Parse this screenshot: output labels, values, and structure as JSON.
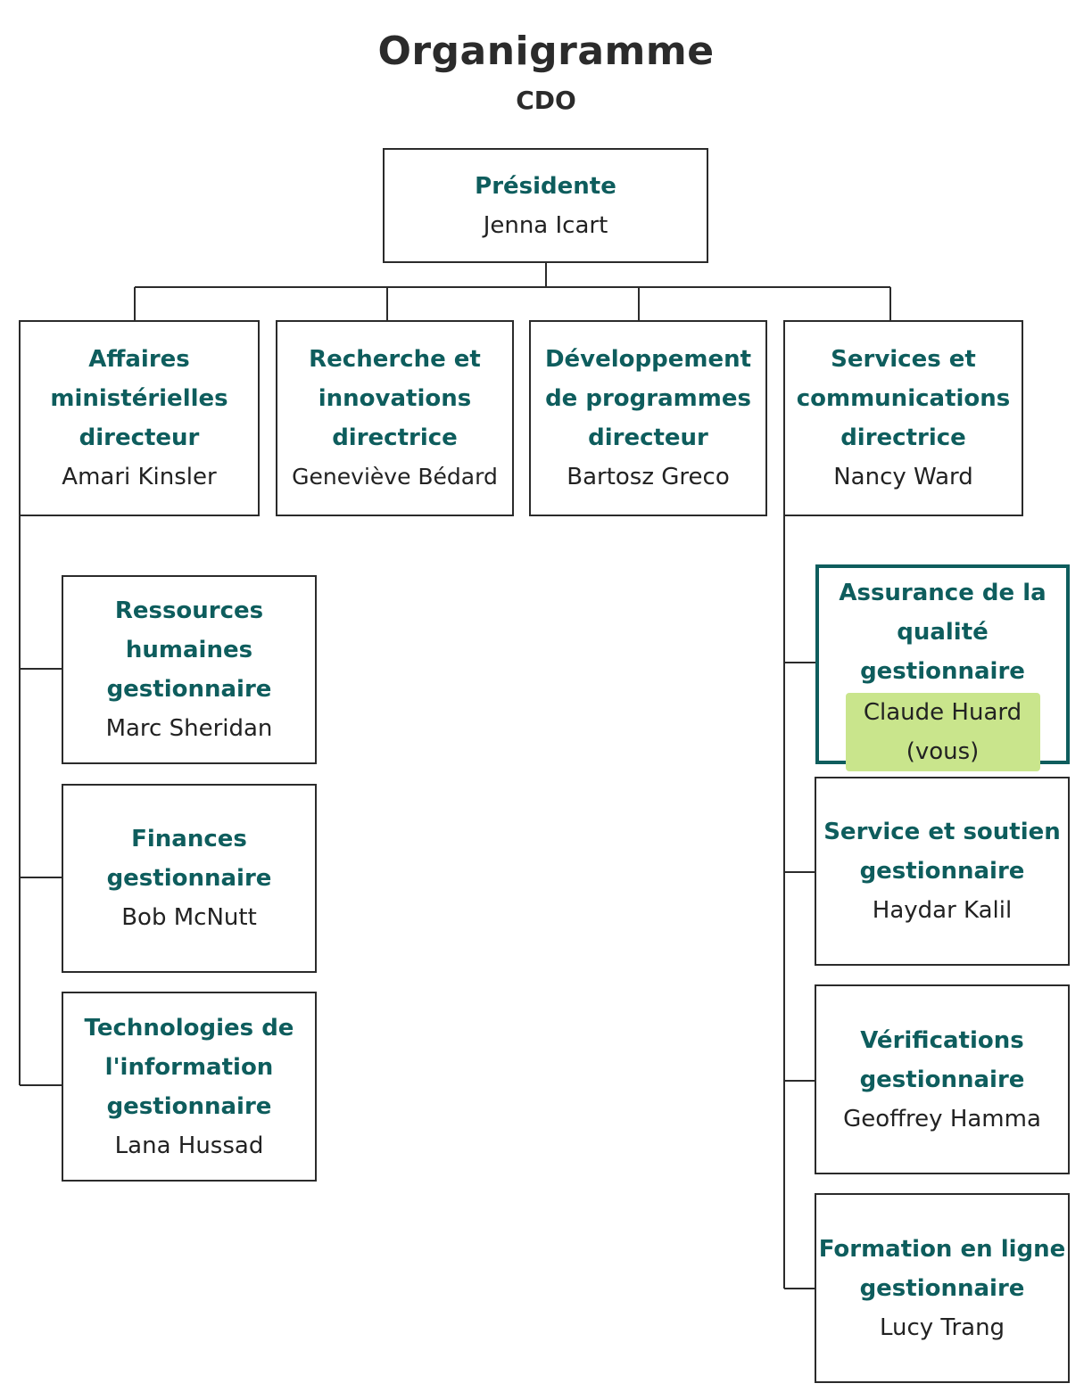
{
  "header": {
    "title": "Organigramme",
    "subtitle": "CDO"
  },
  "nodes": {
    "president": {
      "role": "Présidente",
      "name": "Jenna Icart"
    },
    "affaires": {
      "role": "Affaires\nministérielles\ndirecteur",
      "name": "Amari Kinsler"
    },
    "recherche": {
      "role": "Recherche et\ninnovations\ndirectrice",
      "name": "Geneviève Bédard"
    },
    "developpement": {
      "role": "Développement\nde programmes\ndirecteur",
      "name": "Bartosz Greco"
    },
    "services": {
      "role": "Services et\ncommunications\ndirectrice",
      "name": "Nancy Ward"
    },
    "rh": {
      "role": "Ressources\nhumaines\ngestionnaire",
      "name": "Marc Sheridan"
    },
    "finances": {
      "role": "Finances\ngestionnaire",
      "name": "Bob McNutt"
    },
    "ti": {
      "role": "Technologies de\nl'information\ngestionnaire",
      "name": "Lana Hussad"
    },
    "qualite": {
      "role": "Assurance de la\nqualité\ngestionnaire",
      "name": "Claude Huard\n(vous)"
    },
    "soutien": {
      "role": "Service et soutien\ngestionnaire",
      "name": "Haydar Kalil"
    },
    "verifications": {
      "role": "Vérifications\ngestionnaire",
      "name": "Geoffrey Hamma"
    },
    "formation": {
      "role": "Formation en ligne\ngestionnaire",
      "name": "Lucy Trang"
    }
  },
  "colors": {
    "accent": "#0e5d5d",
    "highlight": "#c9e58c",
    "line": "#2b2b2b"
  }
}
